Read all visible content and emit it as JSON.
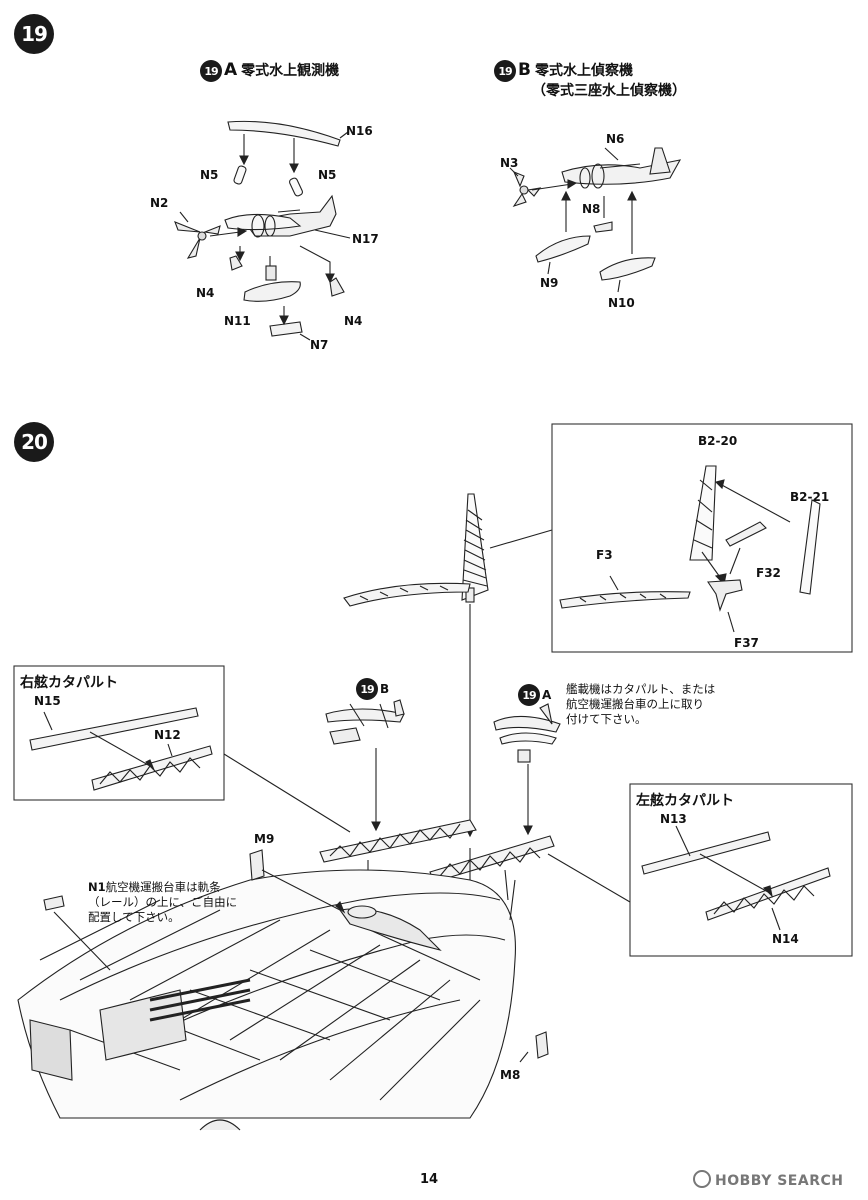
{
  "step19": {
    "number": "19",
    "partA": {
      "badge": "19",
      "letter": "A",
      "title": "零式水上観測機",
      "labels": [
        "N16",
        "N5",
        "N5",
        "N2",
        "N17",
        "N4",
        "N4",
        "N11",
        "N7"
      ]
    },
    "partB": {
      "badge": "19",
      "letter": "B",
      "title_line1": "零式水上偵察機",
      "title_line2": "（零式三座水上偵察機）",
      "labels": [
        "N6",
        "N3",
        "N8",
        "N9",
        "N10"
      ]
    }
  },
  "step20": {
    "number": "20",
    "crane_box": {
      "labels": [
        "B2-20",
        "B2-21",
        "F3",
        "F32",
        "F37"
      ]
    },
    "starboard": {
      "title": "右舷カタパルト",
      "labels": [
        "N15",
        "N12"
      ]
    },
    "port": {
      "title": "左舷カタパルト",
      "labels": [
        "N13",
        "N14"
      ]
    },
    "callout_b": {
      "badge": "19",
      "letter": "B"
    },
    "callout_a": {
      "badge": "19",
      "letter": "A"
    },
    "aircraft_note": [
      "艦載機はカタパルト、または",
      "航空機運搬台車の上に取り",
      "付けて下さい。"
    ],
    "n1_note": {
      "part": "N1",
      "line1": "航空機運搬台車は軌条",
      "line2": "（レール）の上に、ご自由に",
      "line3": "配置して下さい。"
    },
    "m9": "M9",
    "m8": "M8"
  },
  "footer": {
    "page": "14",
    "watermark": "HOBBY SEARCH"
  }
}
